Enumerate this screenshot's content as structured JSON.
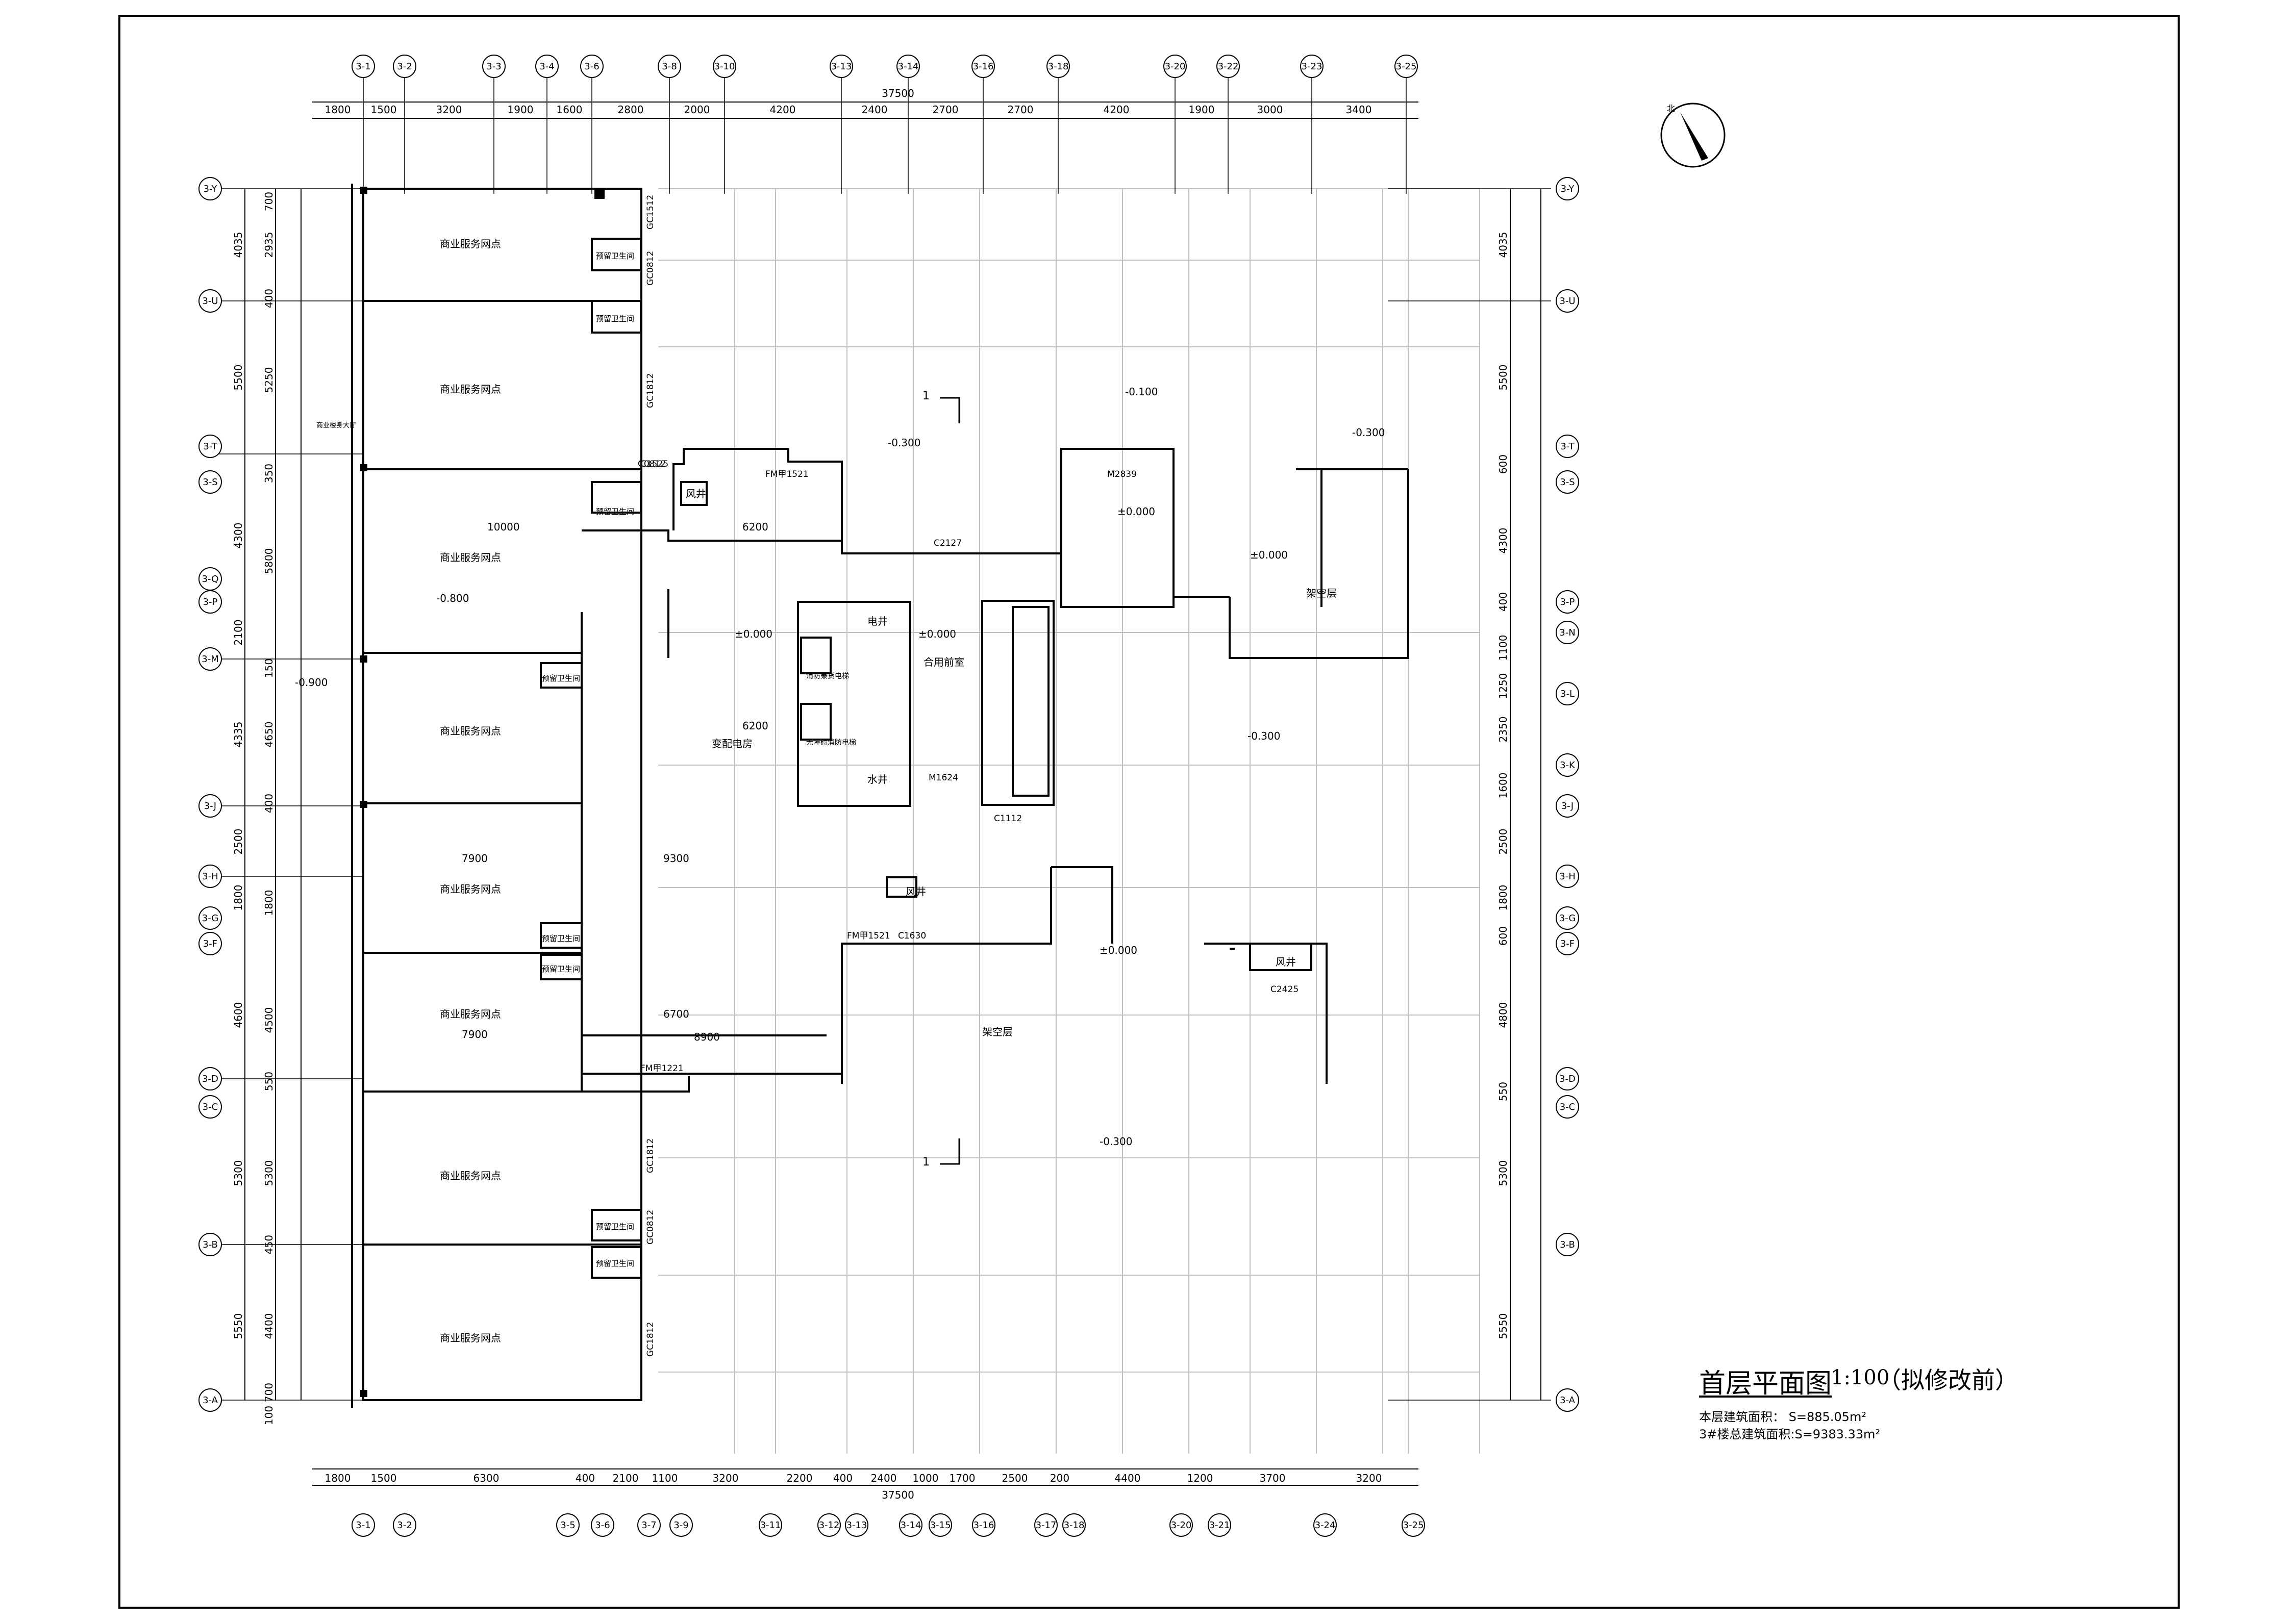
{
  "drawing": {
    "title": "首层平面图",
    "scale": "1:100",
    "note": "（拟修改前）",
    "area_floor": "本层建筑面积： S=885.05m²",
    "area_total": "3#楼总建筑面积:S=9383.33m²"
  },
  "north_label": "北",
  "axes_top": [
    "3-1",
    "3-2",
    "3-3",
    "3-4",
    "3-6",
    "3-8",
    "3-10",
    "3-13",
    "3-14",
    "3-16",
    "3-18",
    "3-20",
    "3-22",
    "3-23",
    "3-25"
  ],
  "axes_bottom": [
    "3-1",
    "3-2",
    "3-5",
    "3-6",
    "3-7",
    "3-9",
    "3-11",
    "3-12",
    "3-13",
    "3-14",
    "3-15",
    "3-16",
    "3-17",
    "3-18",
    "3-20",
    "3-21",
    "3-24",
    "3-25"
  ],
  "axes_left": [
    "3-Y",
    "3-U",
    "3-T",
    "3-S",
    "3-Q",
    "3-P",
    "3-M",
    "3-J",
    "3-H",
    "3-G",
    "3-F",
    "3-D",
    "3-C",
    "3-B",
    "3-A"
  ],
  "axes_right": [
    "3-Y",
    "3-U",
    "3-T",
    "3-S",
    "3-P",
    "3-N",
    "3-L",
    "3-K",
    "3-J",
    "3-H",
    "3-G",
    "3-F",
    "3-D",
    "3-C",
    "3-B",
    "3-A"
  ],
  "dims_top_total": "37500",
  "dims_top": [
    "1800",
    "1500",
    "3200",
    "1900",
    "1600",
    "2800",
    "2000",
    "4200",
    "2400",
    "2700",
    "2700",
    "4200",
    "1900",
    "3000",
    "3400"
  ],
  "dims_bottom_total": "37500",
  "dims_bottom": [
    "1800",
    "1500",
    "6300",
    "400",
    "2100",
    "1100",
    "3200",
    "2200",
    "400",
    "2400",
    "1000",
    "1700",
    "2500",
    "200",
    "4400",
    "1200",
    "3700",
    "3200"
  ],
  "dims_left_outer": [
    "4035",
    "5500",
    "4300",
    "2100",
    "4335",
    "2500",
    "1800",
    "4600",
    "5300",
    "5550"
  ],
  "dims_left_inner": [
    "700",
    "2935",
    "400",
    "5250",
    "350",
    "5800",
    "150",
    "4650",
    "400",
    "1800",
    "550",
    "4500",
    "5300",
    "450",
    "4400",
    "700",
    "100"
  ],
  "dims_right": [
    "4035",
    "5500",
    "600",
    "4300",
    "400",
    "1100",
    "1250",
    "2350",
    "1600",
    "2500",
    "1800",
    "600",
    "4800",
    "550",
    "5300",
    "5550"
  ],
  "rooms": {
    "shop": "商业服务网点",
    "toilet": "预留卫生间",
    "elec_well": "电井",
    "water_well": "水井",
    "air_well": "风井",
    "lobby": "合用前室",
    "substation": "变配电房",
    "stilt": "架空层",
    "fire_elev": "消防兼货电梯",
    "elev2": "无障碍消防电梯",
    "lobby_entry": "商业楼身大厅"
  },
  "levels": [
    "±0.000",
    "-0.300",
    "-0.100",
    "-0.800",
    "-0.900"
  ],
  "labels": {
    "door_fm1521": "FM甲1521",
    "door_fm1221": "FM甲1221",
    "door_m2839": "M2839",
    "door_m1624": "M1624",
    "win_c2127": "C2127",
    "win_c2425": "C2425",
    "win_c1525": "C1525",
    "win_c1630": "C1630",
    "win_c1112": "C1112",
    "win_c0812": "C0812",
    "gc1512": "GC1512",
    "gc0812": "GC0812",
    "gc1812": "GC1812",
    "dims_inner_a": "10000",
    "dims_inner_b": "6200",
    "dims_inner_c": "9300",
    "dims_inner_d": "7900",
    "dims_inner_e": "8900",
    "dims_inner_f": "6700",
    "section_mark": "1"
  },
  "colors": {
    "line": "#000000",
    "grid": "#b8b8b8",
    "paper": "#ffffff"
  }
}
